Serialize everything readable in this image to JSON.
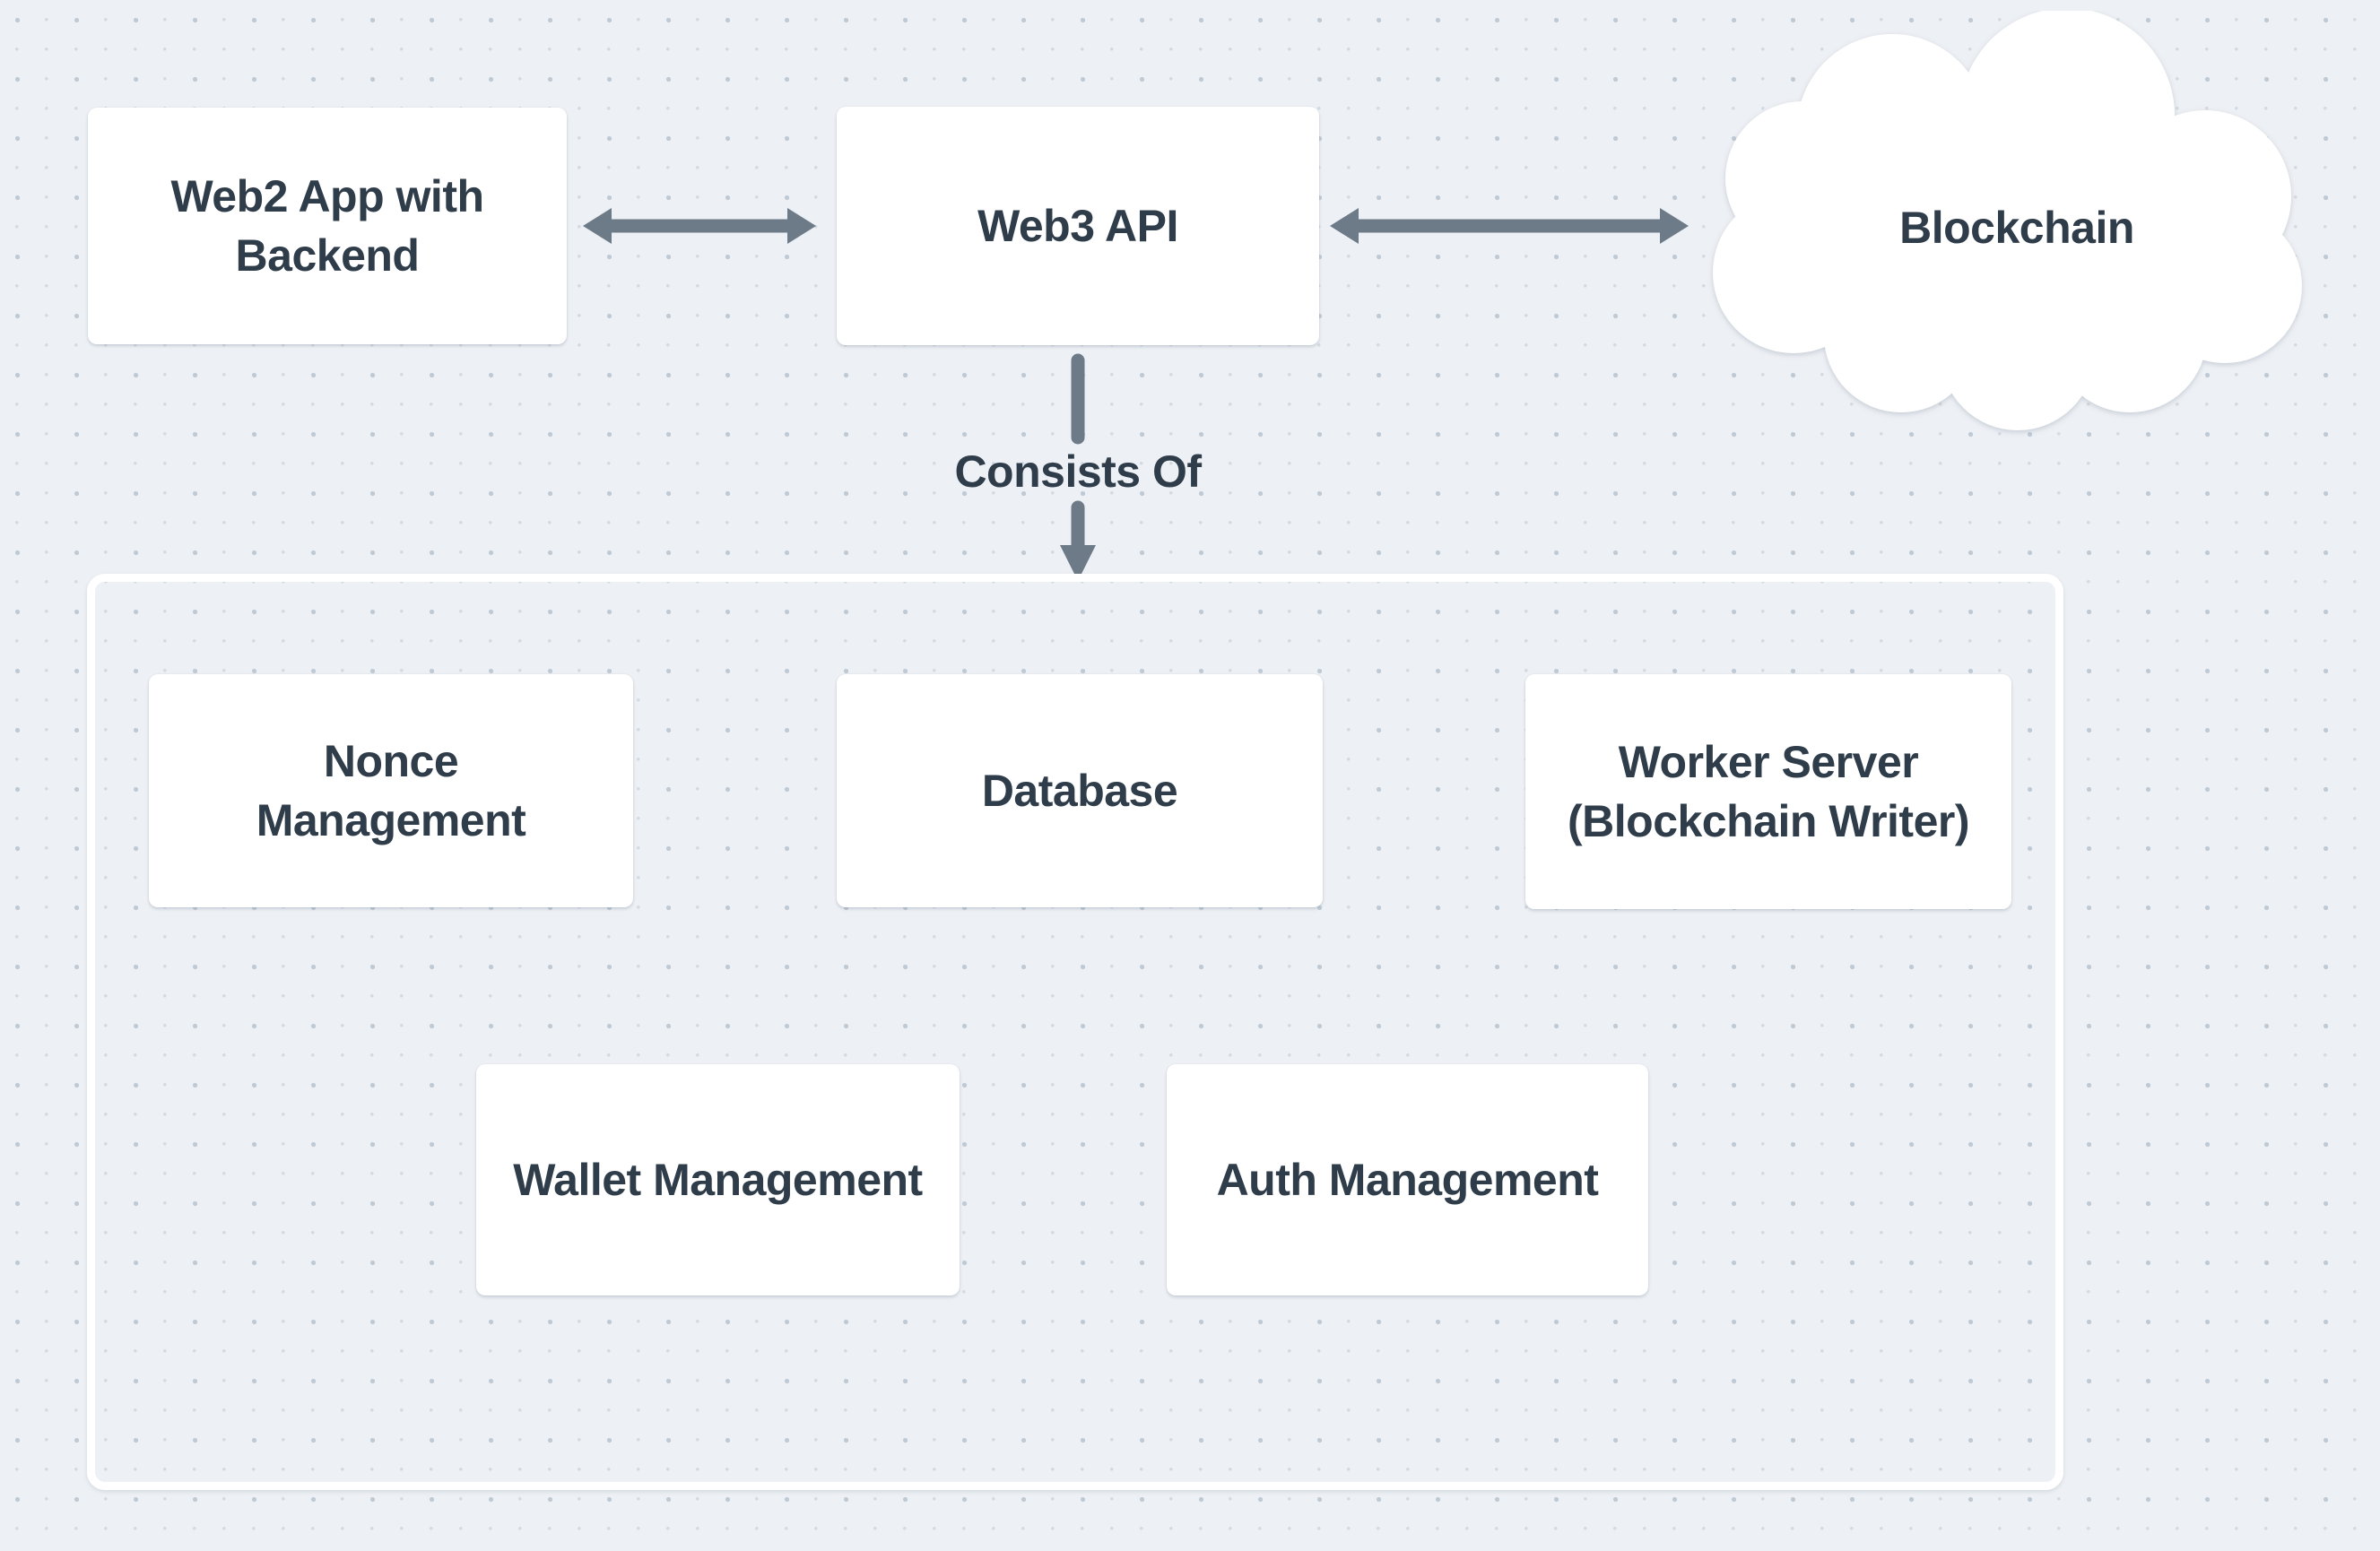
{
  "colors": {
    "background": "#edf0f4",
    "dot_major": "#bfcad5",
    "dot_minor": "#d3dae2",
    "node_fill": "#ffffff",
    "container_border": "#ffffff",
    "text": "#2f3c4a",
    "arrow": "#6d7a87"
  },
  "nodes": {
    "web2_app": {
      "label": "Web2 App with Backend"
    },
    "web3_api": {
      "label": "Web3 API"
    },
    "blockchain": {
      "label": "Blockchain"
    },
    "nonce": {
      "label": "Nonce Management"
    },
    "database": {
      "label": "Database"
    },
    "worker": {
      "label": "Worker Server (Blockchain Writer)"
    },
    "wallet": {
      "label": "Wallet Management"
    },
    "auth": {
      "label": "Auth Management"
    }
  },
  "edges": {
    "consists_of": {
      "label": "Consists Of"
    }
  }
}
